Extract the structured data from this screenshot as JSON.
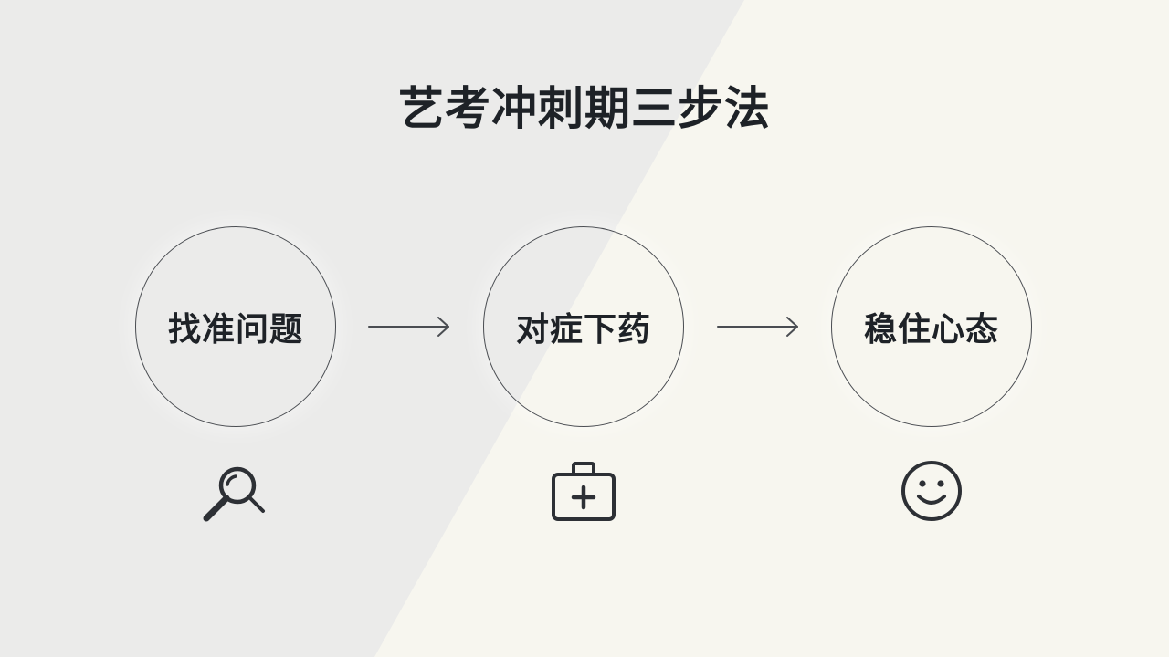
{
  "title": "艺考冲刺期三步法",
  "steps": [
    {
      "label": "找准问题",
      "icon": "magnifier-icon"
    },
    {
      "label": "对症下药",
      "icon": "medical-kit-icon"
    },
    {
      "label": "稳住心态",
      "icon": "smiley-face-icon"
    }
  ],
  "colors": {
    "background_left": "#ebebea",
    "background_right": "#f7f6ef",
    "ink": "#1e2227",
    "stroke": "#4a4d52"
  }
}
